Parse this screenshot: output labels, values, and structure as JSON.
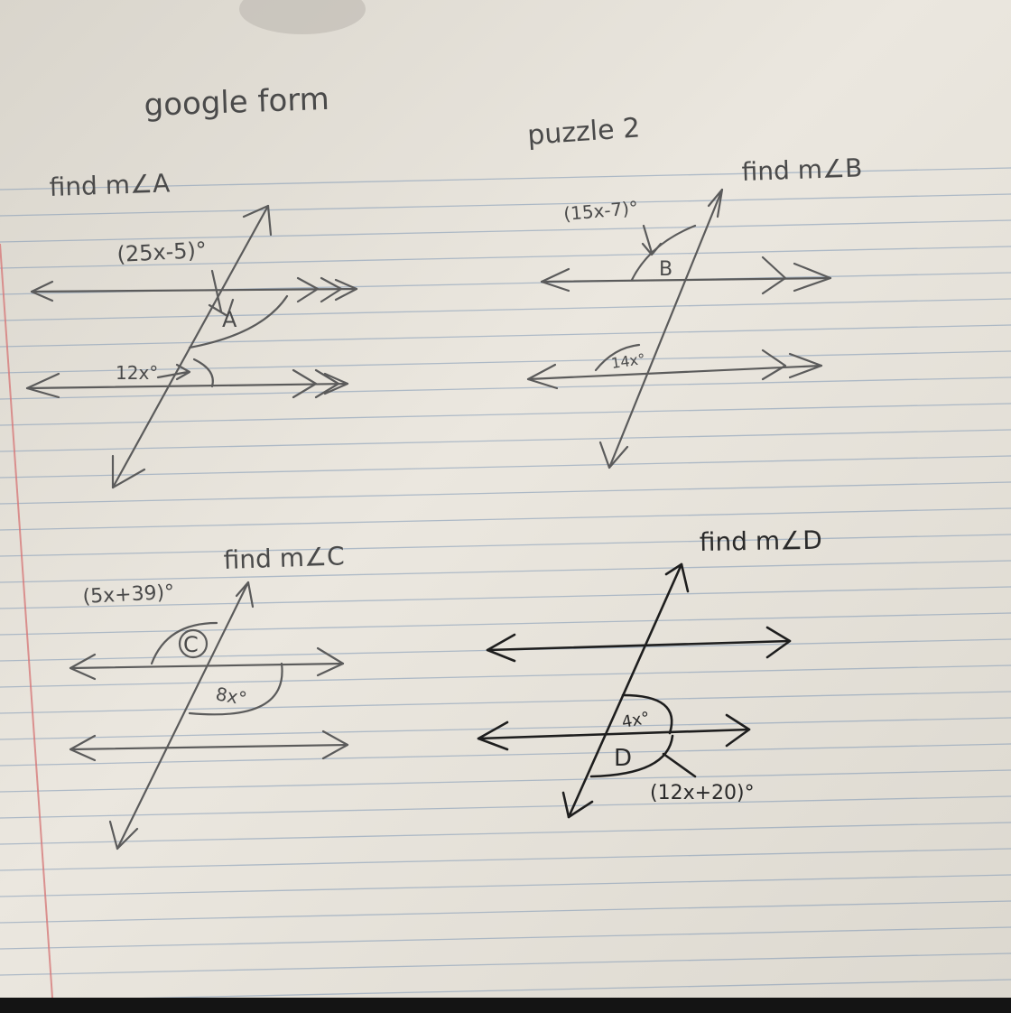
{
  "header": {
    "title": "google form",
    "subtitle": "puzzle 2"
  },
  "puzzles": [
    {
      "prompt": "find m∠A",
      "angle_label": "A",
      "expressions": [
        "(25x-5)°",
        "12x°"
      ]
    },
    {
      "prompt": "find m∠B",
      "angle_label": "B",
      "expressions": [
        "(15x-7)°",
        "14x°"
      ]
    },
    {
      "prompt": "find m∠C",
      "angle_label": "C",
      "expressions": [
        "(5x+39)°",
        "8x°"
      ]
    },
    {
      "prompt": "find m∠D",
      "angle_label": "D",
      "expressions": [
        "4x°",
        "(12x+20)°"
      ]
    }
  ],
  "colors": {
    "paper": "#e6e2da",
    "rule_lines": "#7d96b4",
    "margin_line": "#d77b7b",
    "pencil": "#5b5b5b",
    "pen": "#1e1e1e"
  }
}
